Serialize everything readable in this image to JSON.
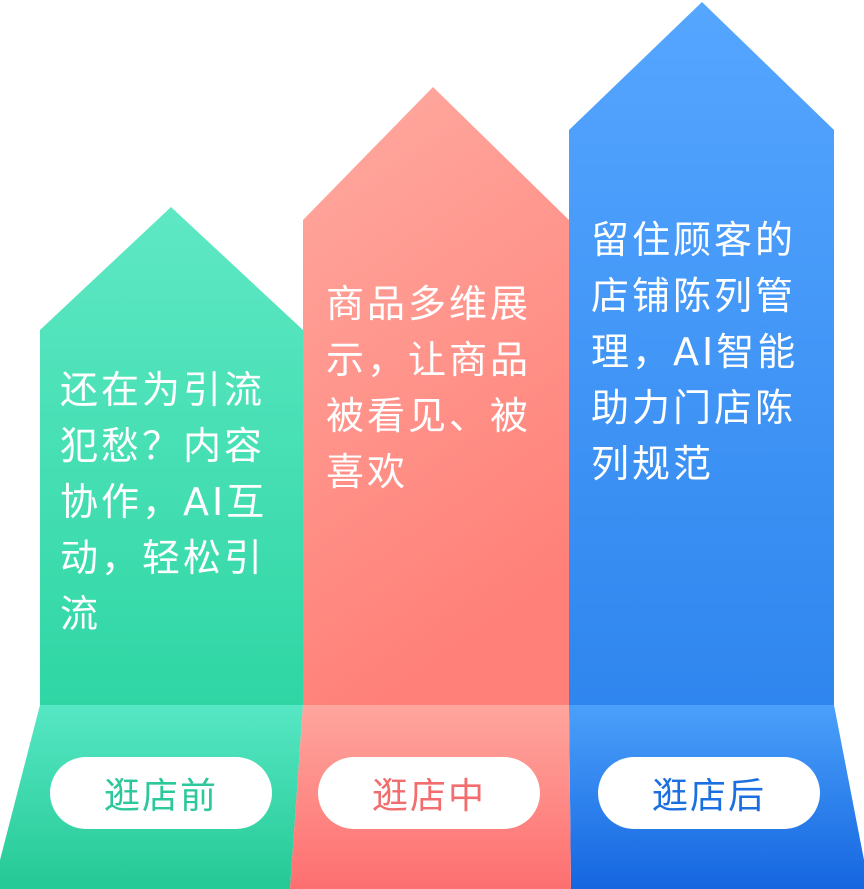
{
  "stages": [
    {
      "key": "before",
      "label": "逛店前",
      "text": "还在为引流犯愁？内容协作，AI互动，轻松引流",
      "color": "#3ddcaa"
    },
    {
      "key": "during",
      "label": "逛店中",
      "text": "商品多维展示，让商品被看见、被喜欢",
      "color": "#ff8a80"
    },
    {
      "key": "after",
      "label": "逛店后",
      "text": "留住顾客的店铺陈列管理，AI智能助力门店陈列规范",
      "color": "#3a8ff5"
    }
  ]
}
